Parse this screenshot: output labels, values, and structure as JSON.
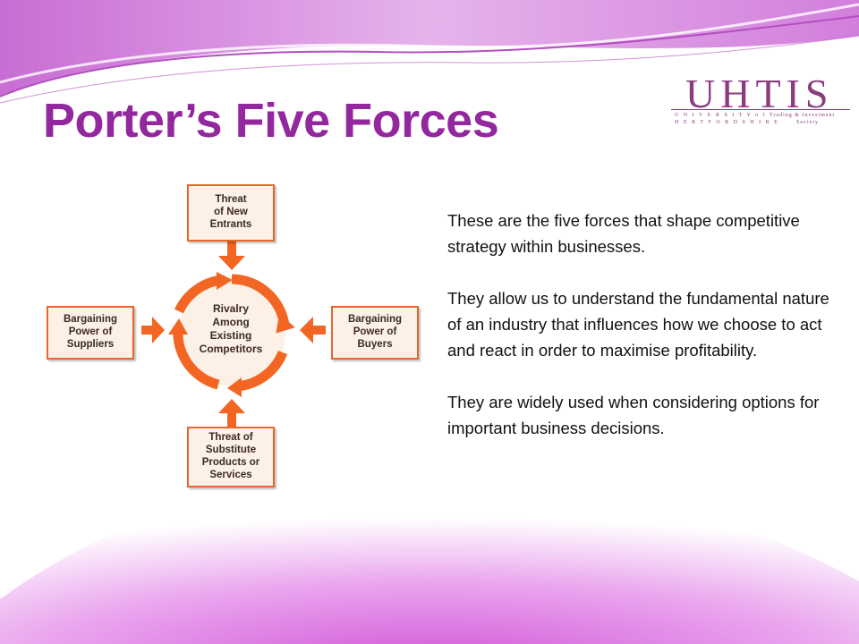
{
  "slide": {
    "title": "Porter’s Five Forces",
    "accent_color": "#93279e"
  },
  "logo": {
    "name": "UHTIS",
    "line1_left": "U N I V E R S I T Y  o f",
    "line2_left": "H E R T F O R D S H I R E",
    "line1_right": "Trading & Investment",
    "line2_right": "Society"
  },
  "diagram": {
    "center": "Rivalry\nAmong\nExisting\nCompetitors",
    "top": "Threat\nof New\nEntrants",
    "left": "Bargaining\nPower of\nSuppliers",
    "right": "Bargaining\nPower of\nBuyers",
    "bottom": "Threat of\nSubstitute\nProducts or\nServices",
    "arrow_color": "#f26522"
  },
  "body": {
    "paragraph1": "These are the five forces that shape competitive strategy within businesses.",
    "paragraph2": "They allow us to understand the fundamental nature of an industry that influences how we choose to act and react in order to maximise profitability.",
    "paragraph3": "They are widely used when considering options for important business decisions."
  }
}
